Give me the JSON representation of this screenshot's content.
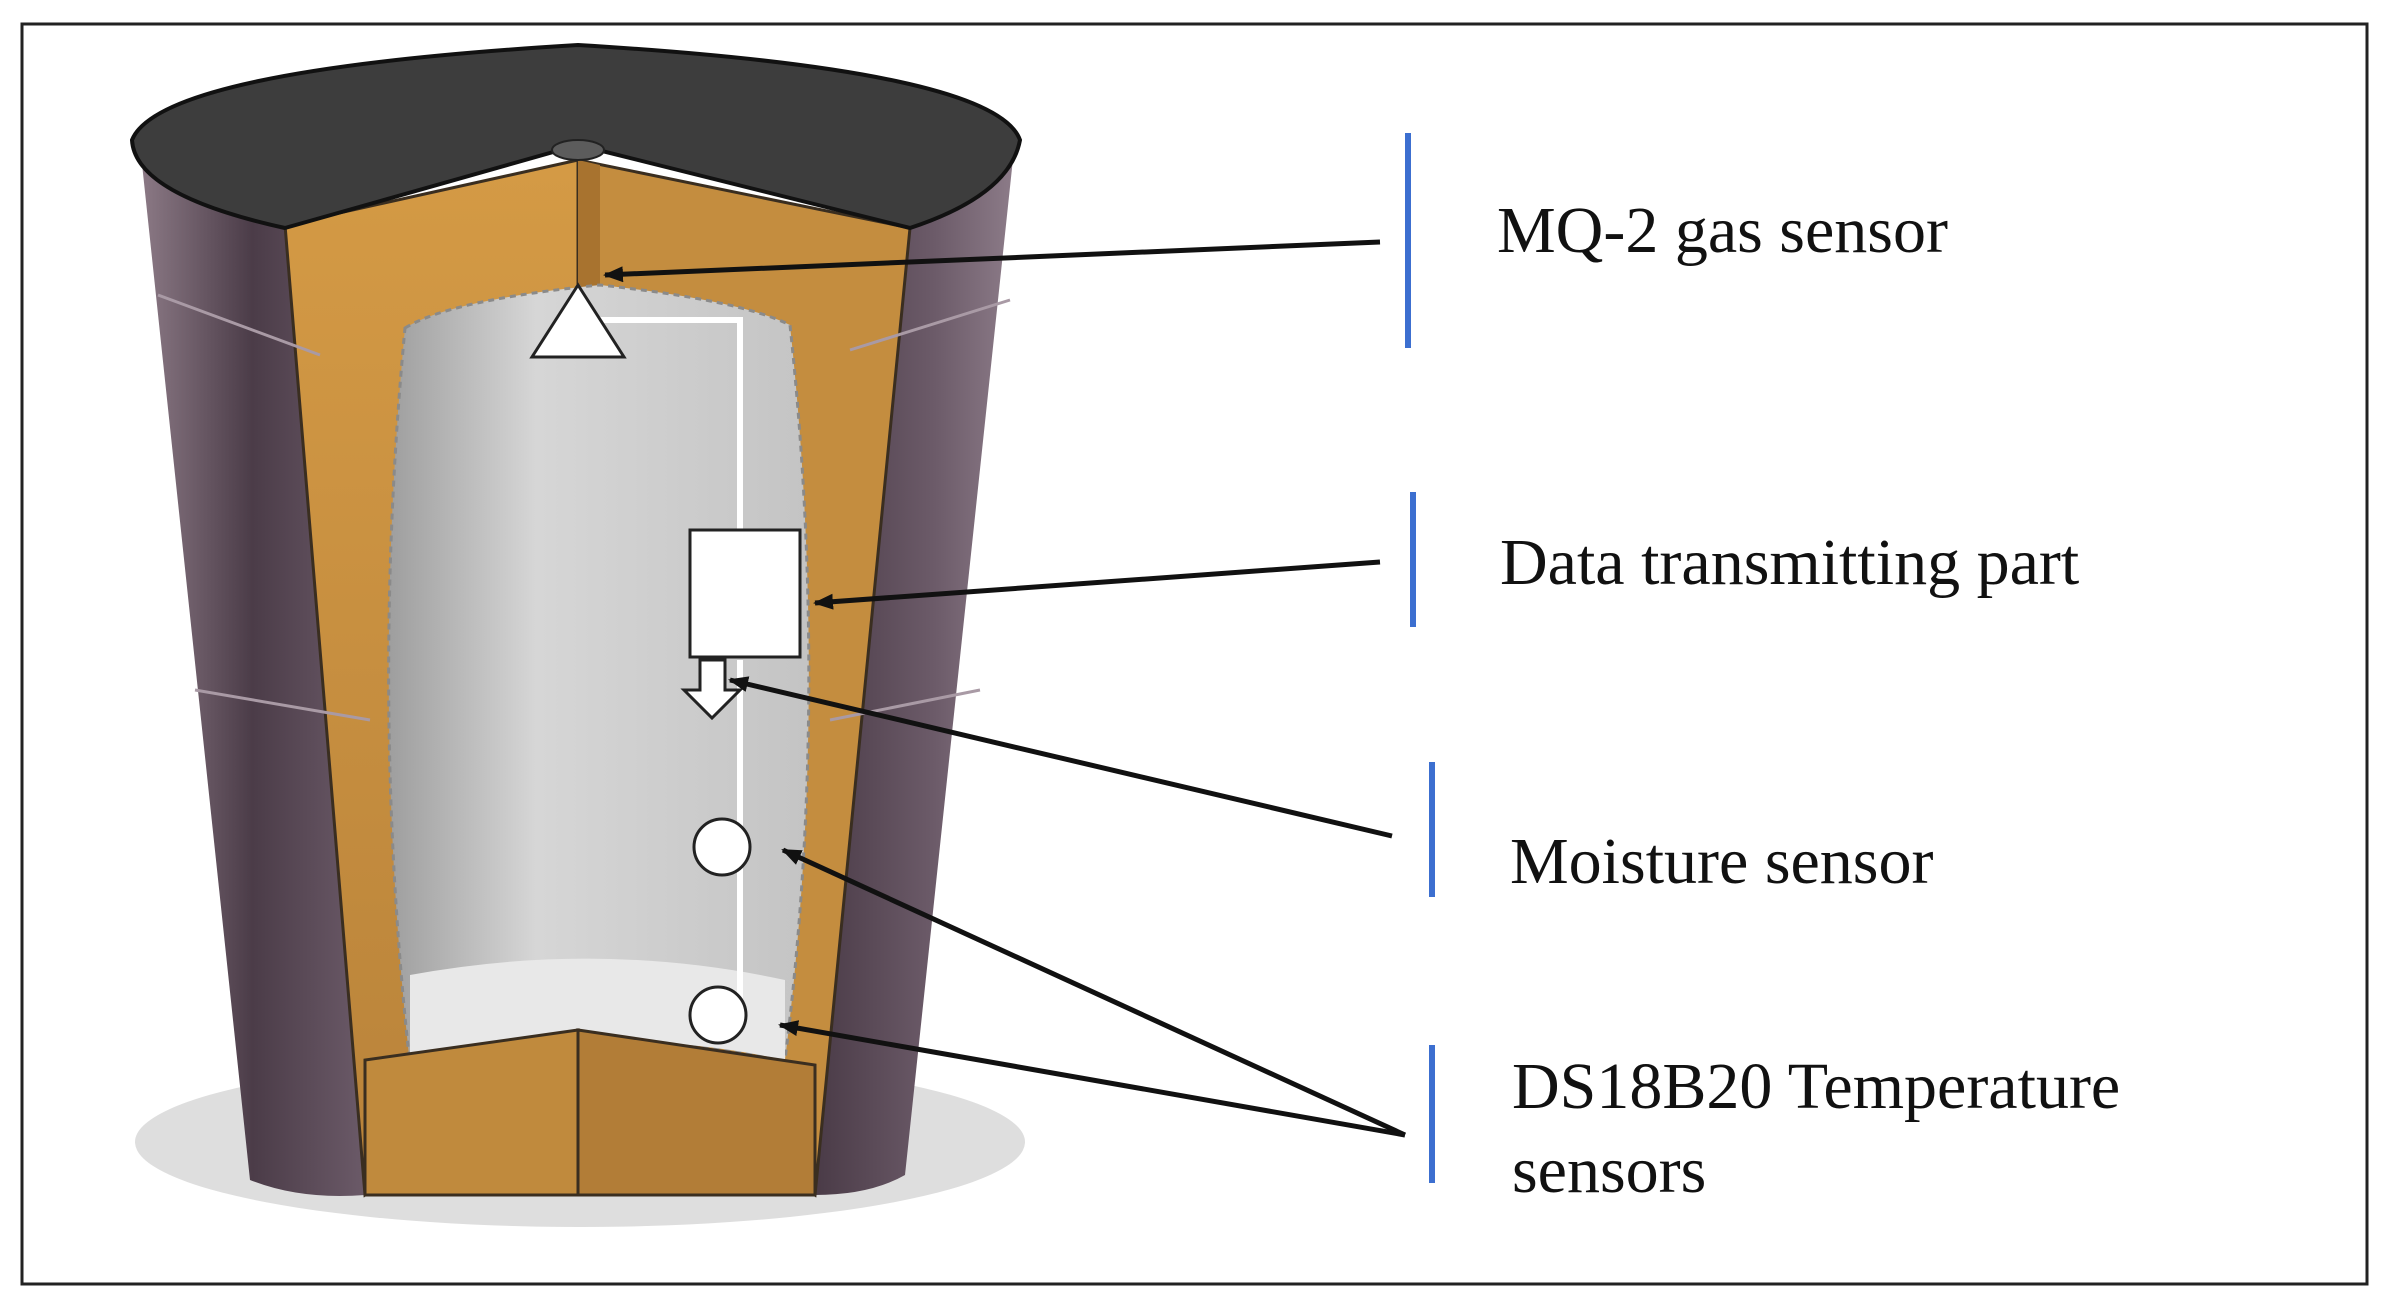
{
  "labels": {
    "gas_sensor": "MQ-2 gas sensor",
    "data_part": "Data transmitting part",
    "moisture": "Moisture sensor",
    "temperature_line1": "DS18B20 Temperature",
    "temperature_line2": "sensors"
  },
  "colors": {
    "frame": "#222222",
    "cap": "#3d3d3d",
    "insulation": "#c8913b",
    "outer_wall": "#5a4a55",
    "cavity": "#d0d0d0",
    "marker_bar": "#3c6fd0",
    "arrow": "#111111"
  }
}
